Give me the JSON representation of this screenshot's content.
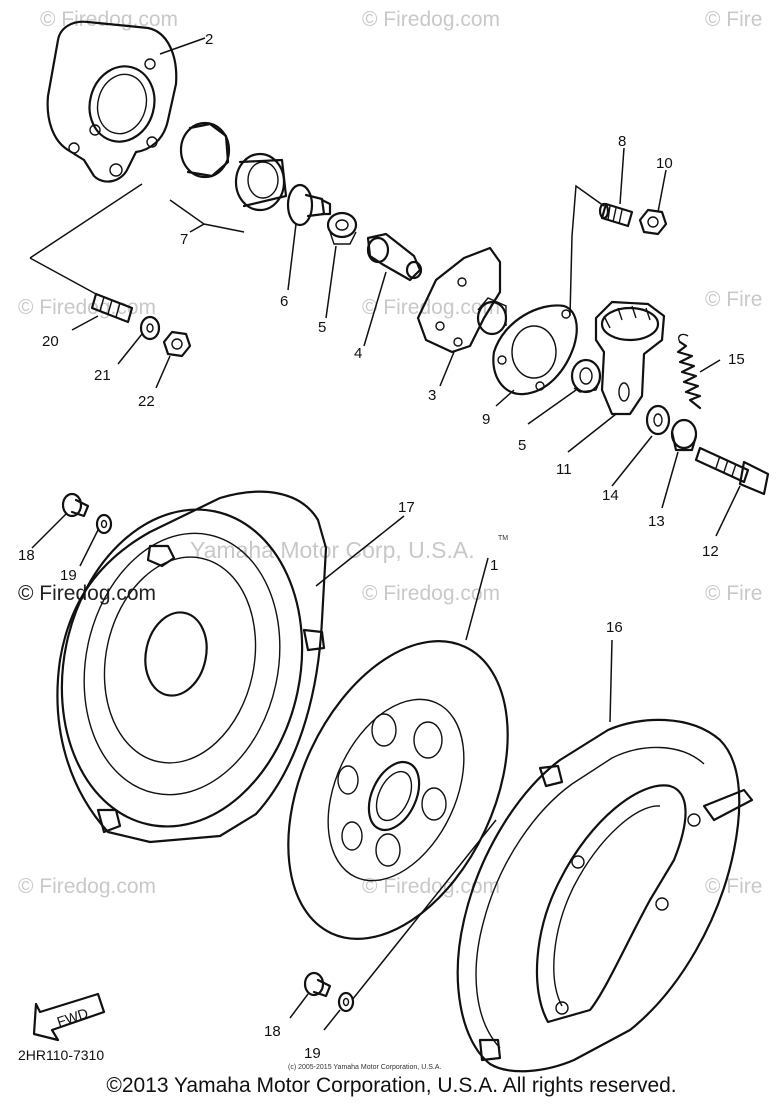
{
  "watermark": {
    "text": "© Firedog.com",
    "partial_text": "© Fire"
  },
  "corporate_watermark": "Yamaha Motor Corp, U.S.A.",
  "trademark_mark": "TM",
  "diagram_code": "2HR110-7310",
  "fwd_label": "FWD",
  "inner_copyright": "(c) 2005-2015 Yamaha Motor Corporation, U.S.A.",
  "footer_copyright": "©2013 Yamaha Motor Corporation, U.S.A. All rights reserved.",
  "callouts": {
    "n1": "1",
    "n2": "2",
    "n3": "3",
    "n4": "4",
    "n5a": "5",
    "n5b": "5",
    "n6": "6",
    "n7": "7",
    "n8": "8",
    "n9": "9",
    "n10": "10",
    "n11": "11",
    "n12": "12",
    "n13": "13",
    "n14": "14",
    "n15": "15",
    "n16": "16",
    "n17": "17",
    "n18a": "18",
    "n18b": "18",
    "n19a": "19",
    "n19b": "19",
    "n20": "20",
    "n21": "21",
    "n22": "22"
  }
}
